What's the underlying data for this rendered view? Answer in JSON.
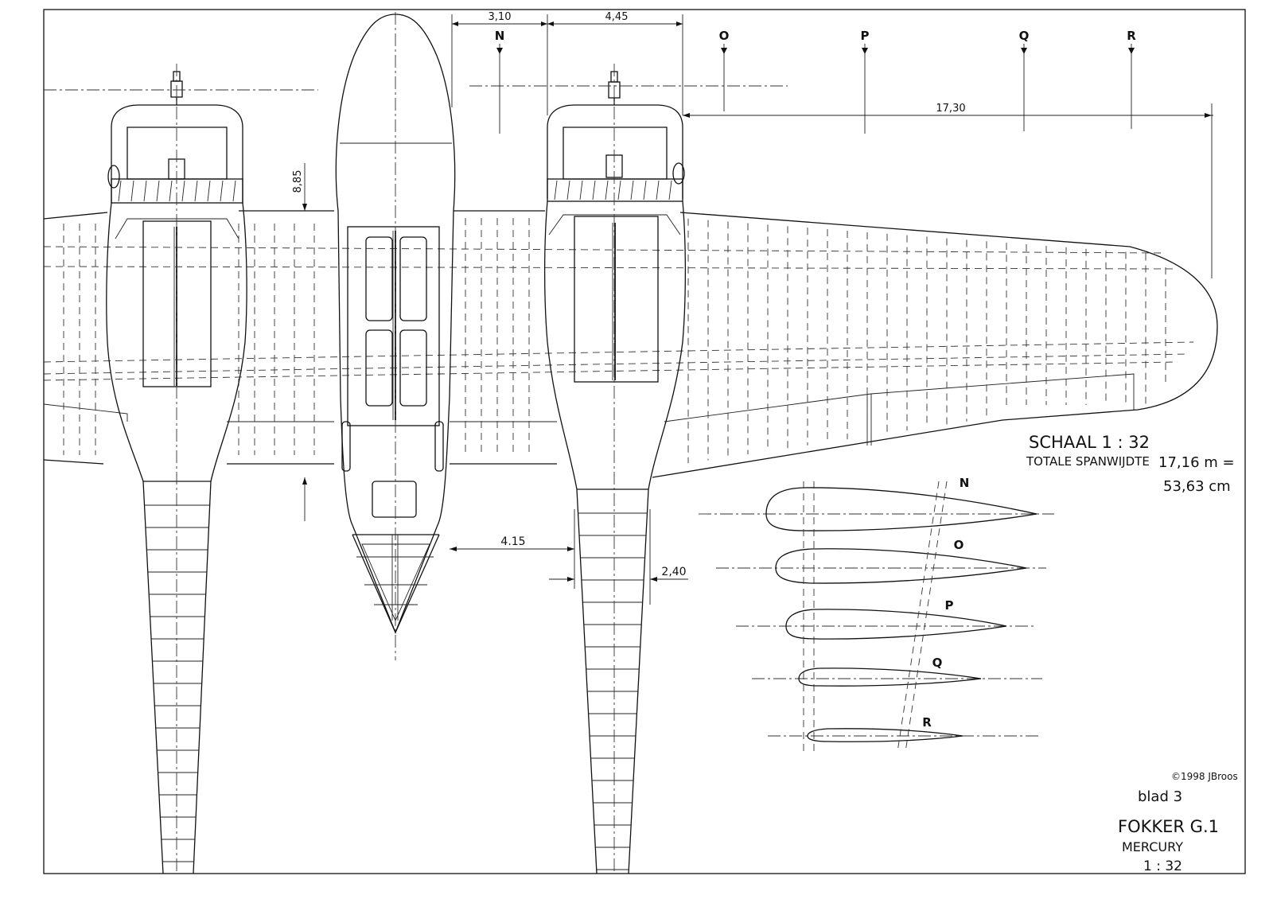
{
  "drawing": {
    "dimensions": {
      "d310": "3,10",
      "d445": "4,45",
      "d1730": "17,30",
      "d885": "8,85",
      "d415": "4.15",
      "d240": "2,40"
    },
    "stations": [
      "N",
      "O",
      "P",
      "Q",
      "R"
    ],
    "profile_labels": [
      "N",
      "O",
      "P",
      "Q",
      "R"
    ],
    "scale_heading": "SCHAAL 1 : 32",
    "span_label": "TOTALE SPANWIJDTE",
    "span_value_m": "17,16 m =",
    "span_value_cm": "53,63 cm",
    "copyright": "©1998 JBroos",
    "sheet": "blad 3",
    "aircraft": "FOKKER G.1",
    "engine": "MERCURY",
    "model_scale": "1 : 32"
  }
}
